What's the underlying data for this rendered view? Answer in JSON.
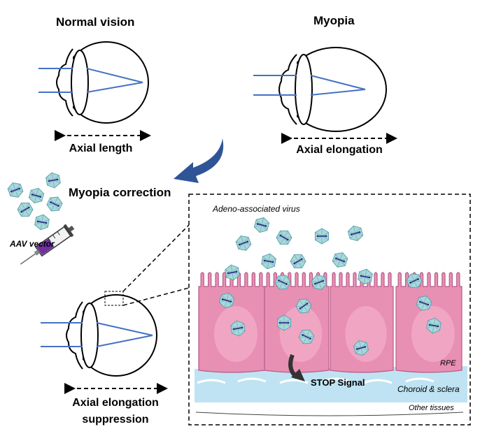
{
  "panels": {
    "normal": {
      "title": "Normal vision",
      "axis_label": "Axial length"
    },
    "myopia": {
      "title": "Myopia",
      "axis_label": "Axial elongation"
    },
    "correction": {
      "title": "Myopia correction",
      "vector_label": "AAV vector",
      "axis_label_line1": "Axial elongation",
      "axis_label_line2": "suppression"
    }
  },
  "inset": {
    "virus_label": "Adeno-associated virus",
    "rpe_label": "RPE",
    "signal_label": "STOP Signal",
    "choroid_label": "Choroid & sclera",
    "other_label": "Other tissues"
  },
  "colors": {
    "light_ray": "#4472c4",
    "curved_arrow": "#2f5597",
    "virus_fill": "#a8d8d8",
    "virus_stroke": "#5fa3b0",
    "virus_dna": "#2c2f8a",
    "cell_fill": "#e88fb4",
    "cell_stroke": "#b85c8a",
    "choroid": "#bfe3f2",
    "syringe_liquid": "#7030a0"
  }
}
